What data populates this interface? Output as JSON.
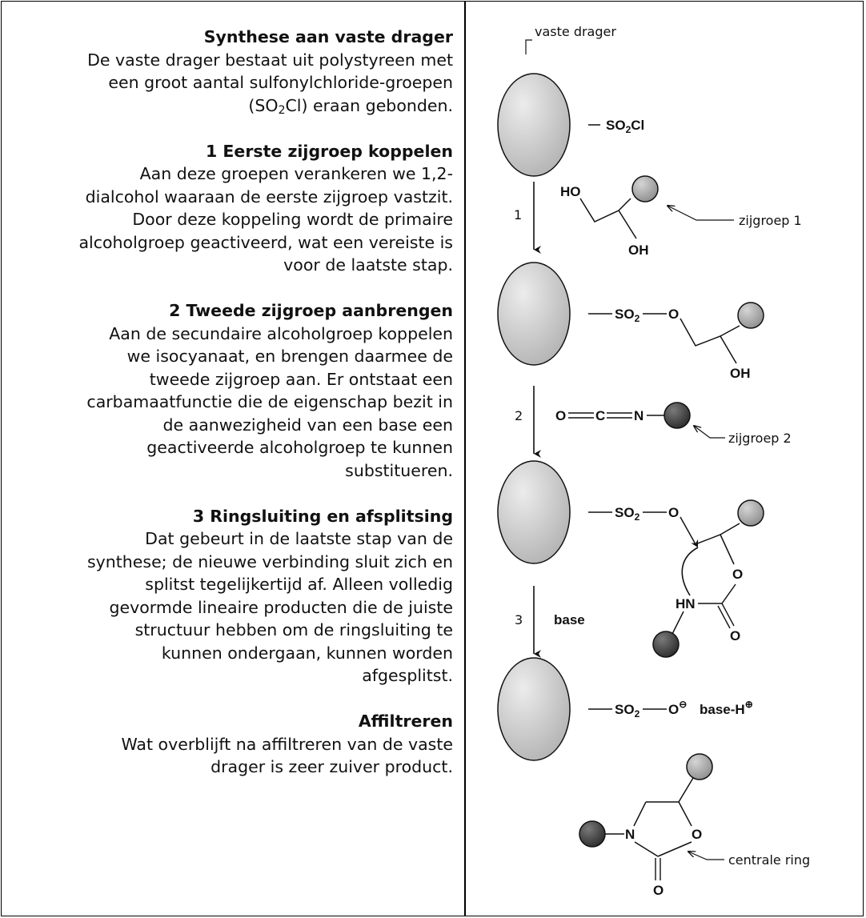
{
  "sections": [
    {
      "title": "Synthese aan vaste drager",
      "lines": [
        "De vaste drager bestaat uit polystyreen met",
        "een groot aantal sulfonylchloride-groepen",
        {
          "pre": "(SO",
          "sub": "2",
          "post": "Cl) eraan gebonden."
        }
      ]
    },
    {
      "title": "1 Eerste zijgroep koppelen",
      "lines": [
        "Aan deze groepen verankeren we 1,2-",
        "dialcohol waaraan de eerste zijgroep vastzit.",
        "Door deze koppeling wordt de primaire",
        "alcoholgroep geactiveerd, wat een vereiste is",
        "voor de laatste stap."
      ]
    },
    {
      "title": "2 Tweede zijgroep aanbrengen",
      "lines": [
        "Aan de secundaire alcoholgroep koppelen",
        "we isocyanaat, en brengen daarmee de",
        "tweede zijgroep aan. Er ontstaat een",
        "carbamaatfunctie die de eigenschap bezit in",
        "de aanwezigheid van een base een",
        "geactiveerde alcoholgroep te kunnen",
        "substitueren."
      ]
    },
    {
      "title": "3 Ringsluiting en afsplitsing",
      "lines": [
        "Dat gebeurt in de laatste stap van de",
        "synthese; de nieuwe verbinding sluit zich en",
        "splitst tegelijkertijd af. Alleen volledig",
        "gevormde lineaire producten die de juiste",
        "structuur hebben om de ringsluiting te",
        "kunnen ondergaan, kunnen worden",
        "afgesplitst."
      ]
    },
    {
      "title": "Affiltreren",
      "lines": [
        "Wat overblijft na affiltreren van de vaste",
        "drager is zeer zuiver product."
      ]
    }
  ],
  "diagram": {
    "labels": {
      "vaste_drager": "vaste drager",
      "zijgroep1": "zijgroep 1",
      "zijgroep2": "zijgroep 2",
      "centrale_ring": "centrale ring"
    },
    "steps": {
      "s1": "1",
      "s2": "2",
      "s3": "3",
      "base": "base"
    },
    "atoms": {
      "so2": "SO",
      "two": "2",
      "cl": "Cl",
      "o": "O",
      "ho": "HO",
      "oh": "OH",
      "c": "C",
      "n": "N",
      "hn": "HN",
      "base_h": "base-H",
      "minus": "⊖",
      "plus": "⊕"
    },
    "colors": {
      "bead": "#c8c8c8",
      "group1": "#a9a9a9",
      "group2": "#454545"
    }
  }
}
